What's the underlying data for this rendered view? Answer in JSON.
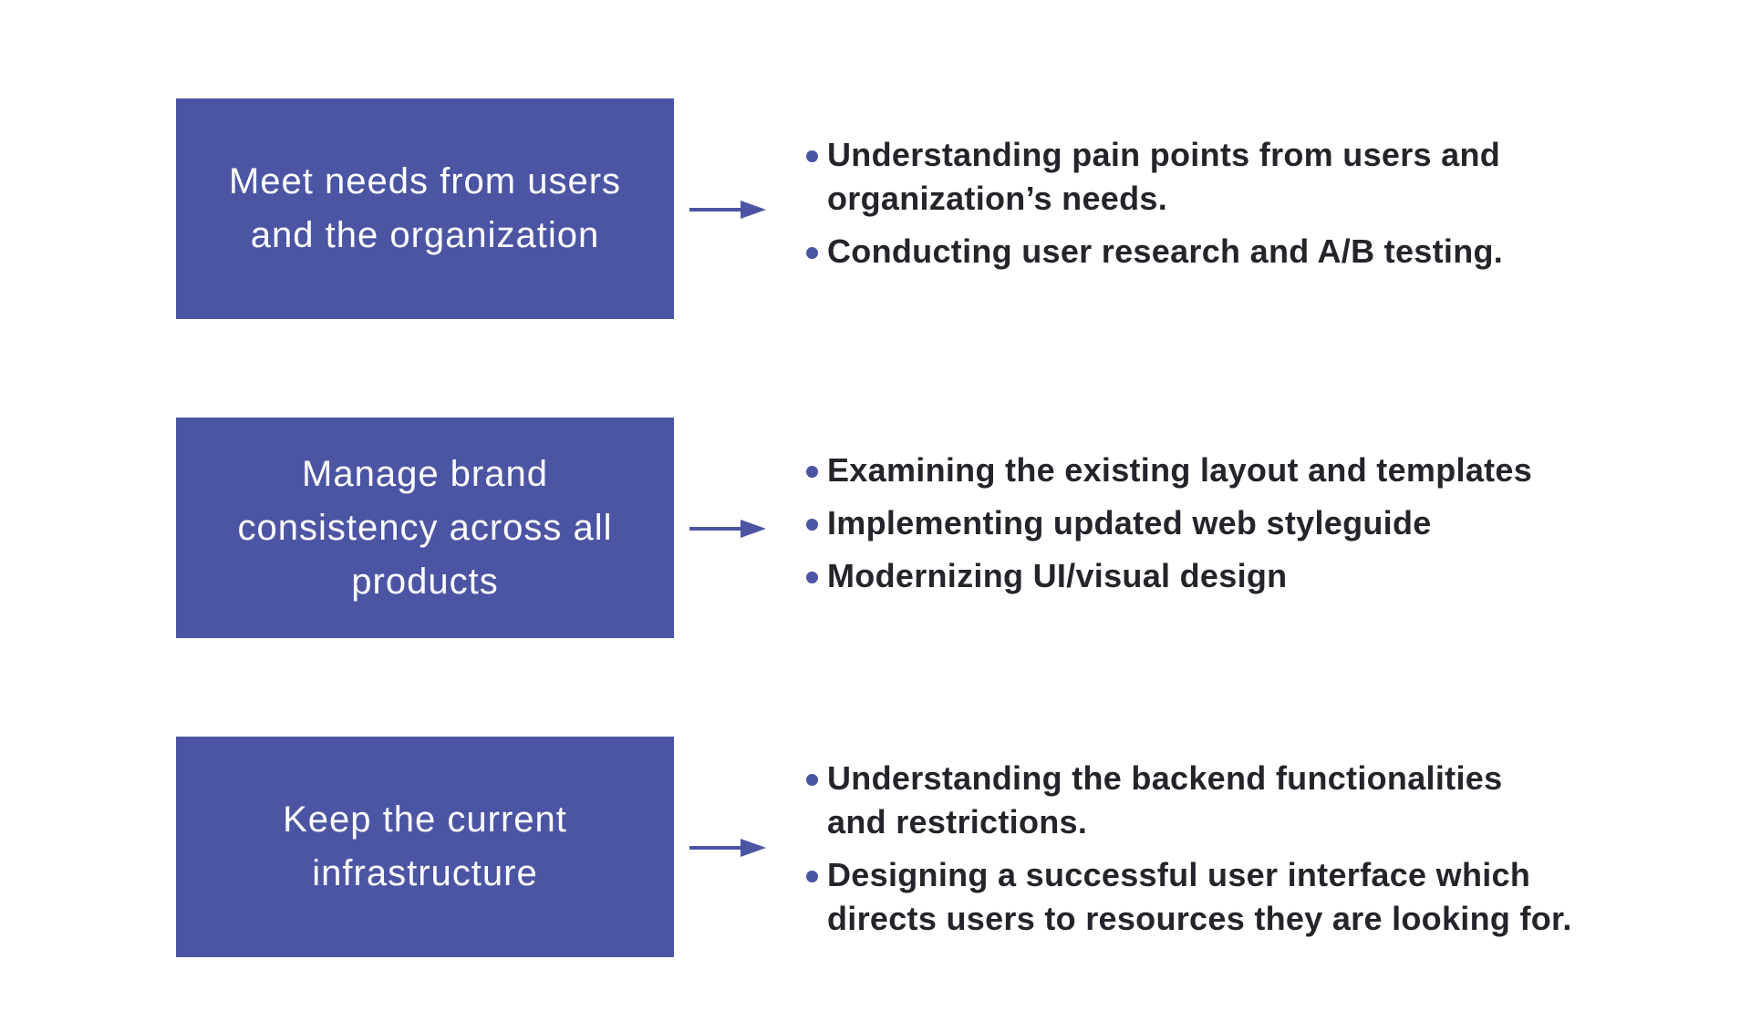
{
  "colors": {
    "box_fill": "#4c55a3",
    "arrow": "#4c55a3",
    "bullet": "#4c55a3",
    "bullet_text": "#24242a",
    "background": "#ffffff"
  },
  "rows": [
    {
      "goal": "Meet needs from users and the organization",
      "bullets": [
        "Understanding pain points from users and organization’s needs.",
        "Conducting user research and A/B testing."
      ]
    },
    {
      "goal": "Manage brand consistency across all products",
      "bullets": [
        "Examining the existing layout and templates",
        "Implementing updated web styleguide",
        "Modernizing UI/visual design"
      ]
    },
    {
      "goal": "Keep the current infrastructure",
      "bullets": [
        "Understanding the backend functionalities and restrictions.",
        "Designing a successful user interface which directs users to resources they are looking for."
      ]
    }
  ]
}
